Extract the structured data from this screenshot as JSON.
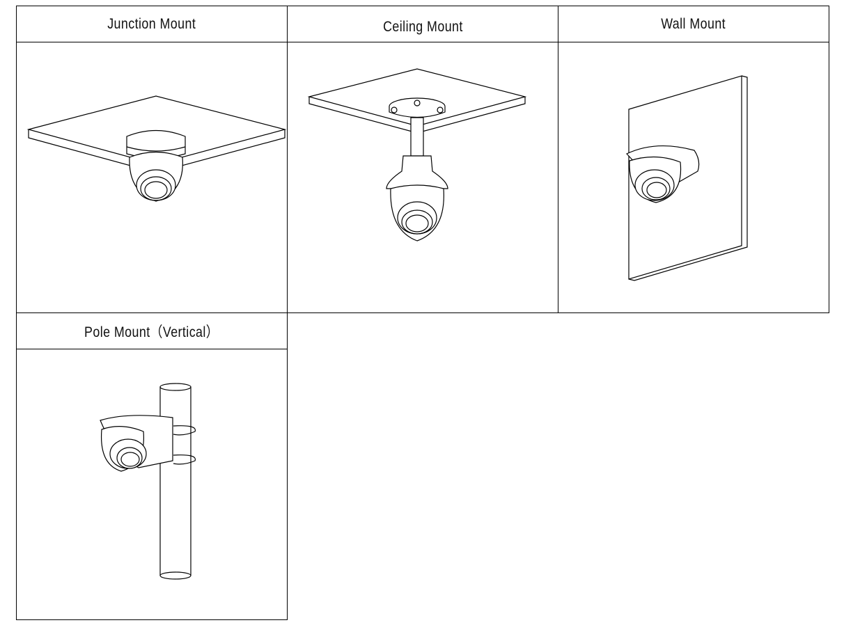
{
  "mounts": [
    {
      "title": "Junction Mount"
    },
    {
      "title": "Ceiling Mount"
    },
    {
      "title": "Wall Mount"
    },
    {
      "title": "Pole Mount（Vertical）"
    }
  ]
}
